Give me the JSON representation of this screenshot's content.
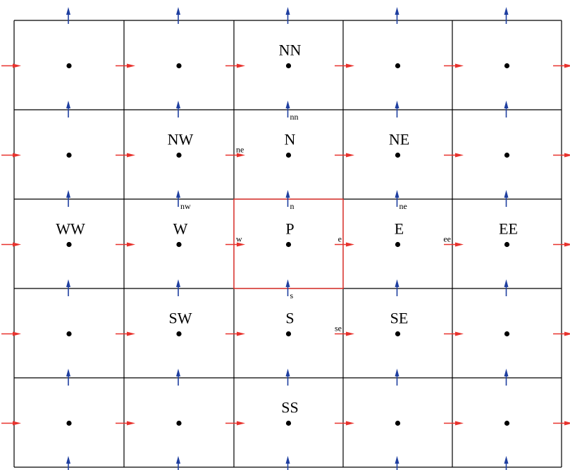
{
  "grid": {
    "columns": 5,
    "rows": 5
  },
  "colors": {
    "grid_line": "#000000",
    "highlight_cell": "#e8322d",
    "u_velocity_arrow": "#e8322d",
    "v_velocity_arrow": "#1f3fa0",
    "node": "#000000",
    "text": "#000000"
  },
  "highlighted_cell": {
    "col": 2,
    "row": 2
  },
  "cell_labels": [
    {
      "col": 2,
      "row": 0,
      "text": "NN"
    },
    {
      "col": 1,
      "row": 1,
      "text": "NW"
    },
    {
      "col": 2,
      "row": 1,
      "text": "N"
    },
    {
      "col": 3,
      "row": 1,
      "text": "NE"
    },
    {
      "col": 0,
      "row": 2,
      "text": "WW"
    },
    {
      "col": 1,
      "row": 2,
      "text": "W"
    },
    {
      "col": 2,
      "row": 2,
      "text": "P"
    },
    {
      "col": 3,
      "row": 2,
      "text": "E"
    },
    {
      "col": 4,
      "row": 2,
      "text": "EE"
    },
    {
      "col": 1,
      "row": 3,
      "text": "SW"
    },
    {
      "col": 2,
      "row": 3,
      "text": "S"
    },
    {
      "col": 3,
      "row": 3,
      "text": "SE"
    },
    {
      "col": 2,
      "row": 4,
      "text": "SS"
    }
  ],
  "face_labels": [
    {
      "kind": "v",
      "col": 2,
      "row": 1,
      "text": "nn"
    },
    {
      "kind": "u",
      "col": 2,
      "row": 1,
      "text": "ne"
    },
    {
      "kind": "v",
      "col": 1,
      "row": 2,
      "text": "nw"
    },
    {
      "kind": "v",
      "col": 2,
      "row": 2,
      "text": "n"
    },
    {
      "kind": "v",
      "col": 3,
      "row": 2,
      "text": "ne"
    },
    {
      "kind": "u",
      "col": 2,
      "row": 2,
      "text": "w"
    },
    {
      "kind": "u",
      "col": 3,
      "row": 2,
      "text": "e"
    },
    {
      "kind": "u",
      "col": 4,
      "row": 2,
      "text": "ee"
    },
    {
      "kind": "v",
      "col": 2,
      "row": 3,
      "text": "s"
    },
    {
      "kind": "u",
      "col": 3,
      "row": 3,
      "text": "se"
    }
  ]
}
